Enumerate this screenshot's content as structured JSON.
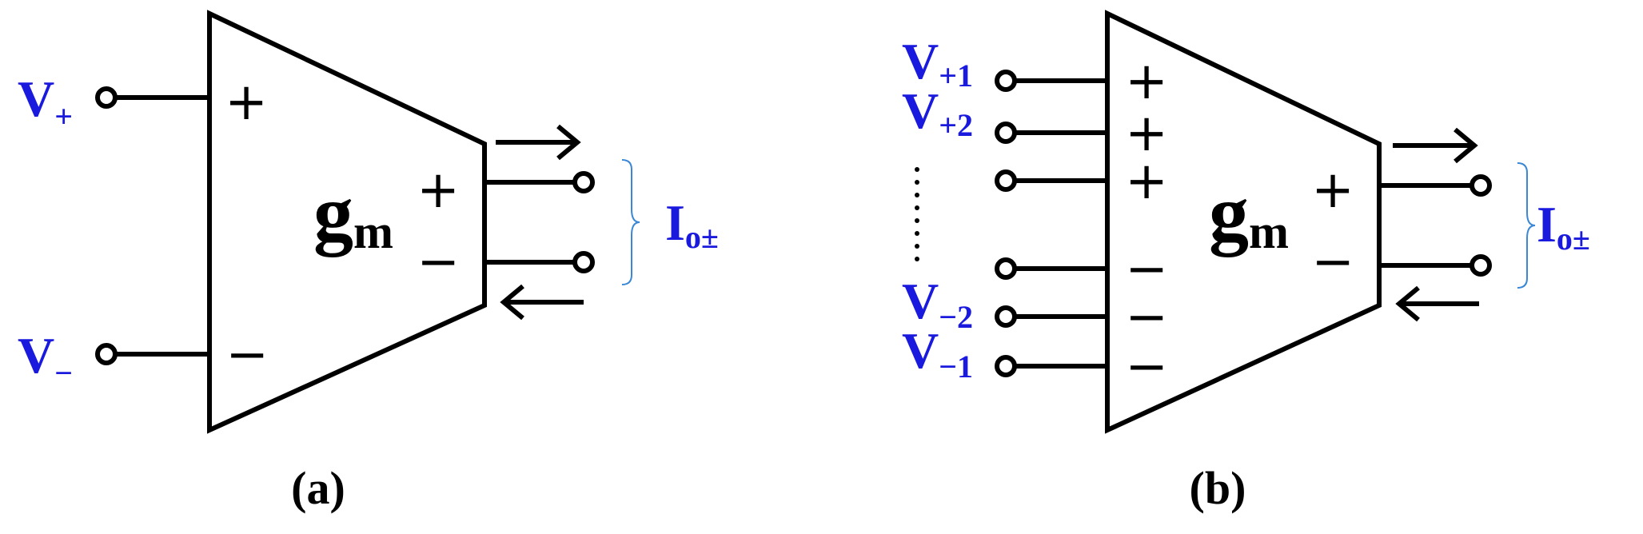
{
  "diagram_a": {
    "caption": "(a)",
    "block_label": {
      "main": "g",
      "sub": "m"
    },
    "input_plus": {
      "name": "V",
      "sub": "+"
    },
    "input_minus": {
      "name": "V",
      "sub": "−"
    },
    "input_plus_sign": "+",
    "input_minus_sign": "−",
    "output_plus_sign": "+",
    "output_minus_sign": "−",
    "output_label": {
      "name": "I",
      "sub": "o±"
    }
  },
  "diagram_b": {
    "caption": "(b)",
    "block_label": {
      "main": "g",
      "sub": "m"
    },
    "inputs": [
      {
        "name": "V",
        "sub": "+1",
        "sign": "+"
      },
      {
        "name": "V",
        "sub": "+2",
        "sign": "+"
      },
      {
        "name": "",
        "sub": "",
        "sign": "+"
      },
      {
        "name": "",
        "sub": "",
        "sign": "−"
      },
      {
        "name": "V",
        "sub": "−2",
        "sign": "−"
      },
      {
        "name": "V",
        "sub": "−1",
        "sign": "−"
      }
    ],
    "output_plus_sign": "+",
    "output_minus_sign": "−",
    "output_label": {
      "name": "I",
      "sub": "o±"
    }
  }
}
